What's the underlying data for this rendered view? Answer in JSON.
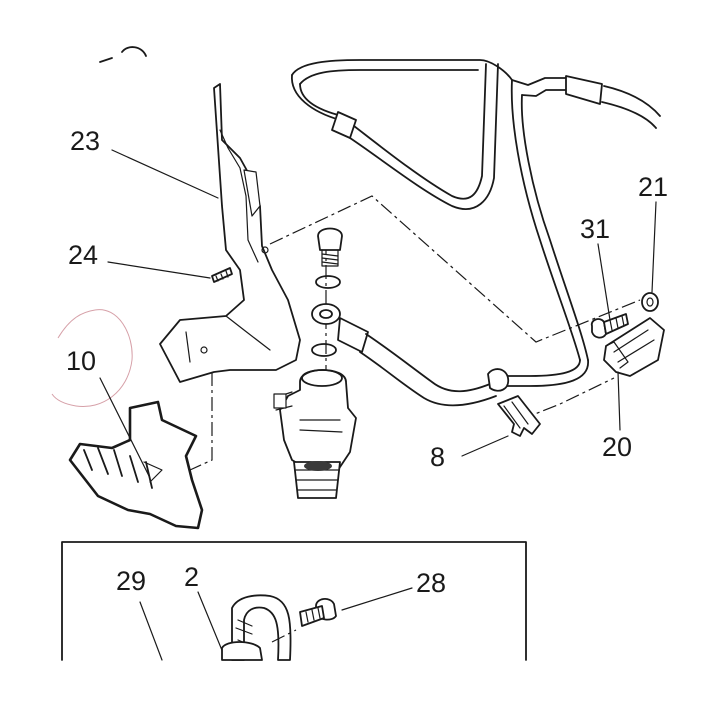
{
  "callouts": {
    "c23": "23",
    "c24": "24",
    "c10": "10",
    "c21": "21",
    "c31": "31",
    "c8": "8",
    "c20": "20",
    "c29": "29",
    "c2": "2",
    "c28": "28"
  },
  "highlight": {
    "target_callout": "10",
    "color": "#d6a0a8"
  },
  "colors": {
    "line": "#1a1a1a",
    "background": "#ffffff"
  }
}
